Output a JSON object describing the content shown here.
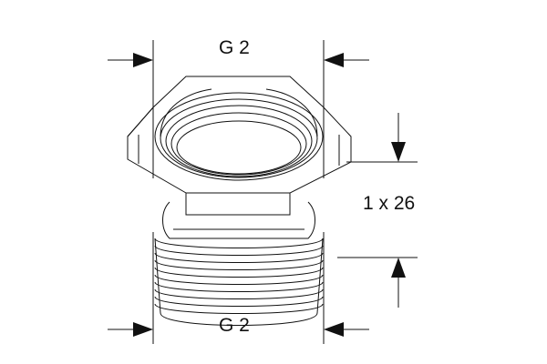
{
  "drawing": {
    "top_thread_label": "G 2",
    "bottom_thread_label": "G 2",
    "size_label": "1 x 26",
    "line_color": "#111111",
    "background_color": "#ffffff"
  }
}
